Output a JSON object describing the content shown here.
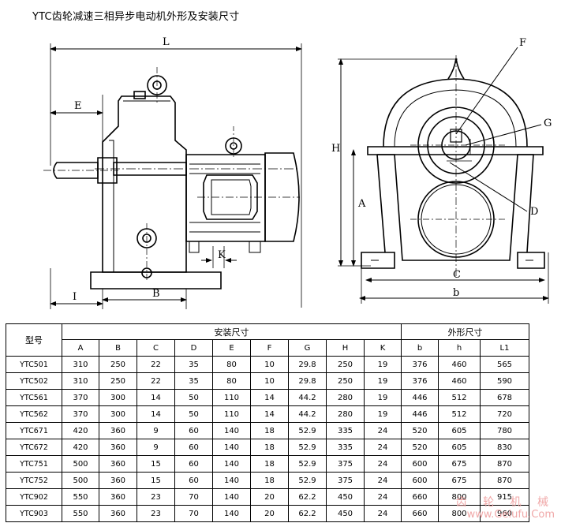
{
  "title": "YTC齿轮减速三相异步电动机外形及安装尺寸",
  "drawing": {
    "labels": {
      "L": "L",
      "E": "E",
      "I": "I",
      "B": "B",
      "K": "K",
      "H": "H",
      "A": "A",
      "C": "C",
      "b": "b",
      "F": "F",
      "G": "G",
      "D": "D"
    }
  },
  "table": {
    "model_header": "型号",
    "install_group": "安装尺寸",
    "outline_group": "外形尺寸",
    "install_columns": [
      "A",
      "B",
      "C",
      "D",
      "E",
      "F",
      "G",
      "H",
      "K"
    ],
    "outline_columns": [
      "b",
      "h",
      "L1"
    ],
    "rows": [
      [
        "YTC501",
        "310",
        "250",
        "22",
        "35",
        "80",
        "10",
        "29.8",
        "250",
        "19",
        "376",
        "460",
        "565"
      ],
      [
        "YTC502",
        "310",
        "250",
        "22",
        "35",
        "80",
        "10",
        "29.8",
        "250",
        "19",
        "376",
        "460",
        "590"
      ],
      [
        "YTC561",
        "370",
        "300",
        "14",
        "50",
        "110",
        "14",
        "44.2",
        "280",
        "19",
        "446",
        "512",
        "678"
      ],
      [
        "YTC562",
        "370",
        "300",
        "14",
        "50",
        "110",
        "14",
        "44.2",
        "280",
        "19",
        "446",
        "512",
        "720"
      ],
      [
        "YTC671",
        "420",
        "360",
        "9",
        "60",
        "140",
        "18",
        "52.9",
        "335",
        "24",
        "520",
        "605",
        "780"
      ],
      [
        "YTC672",
        "420",
        "360",
        "9",
        "60",
        "140",
        "18",
        "52.9",
        "335",
        "24",
        "520",
        "605",
        "830"
      ],
      [
        "YTC751",
        "500",
        "360",
        "15",
        "60",
        "140",
        "18",
        "52.9",
        "375",
        "24",
        "600",
        "675",
        "870"
      ],
      [
        "YTC752",
        "500",
        "360",
        "15",
        "60",
        "140",
        "18",
        "52.9",
        "375",
        "24",
        "600",
        "675",
        "870"
      ],
      [
        "YTC902",
        "550",
        "360",
        "23",
        "70",
        "140",
        "20",
        "62.2",
        "450",
        "24",
        "660",
        "800",
        "915"
      ],
      [
        "YTC903",
        "550",
        "360",
        "23",
        "70",
        "140",
        "20",
        "62.2",
        "450",
        "24",
        "660",
        "800",
        "960"
      ]
    ]
  },
  "watermark": {
    "line1": "齿 轮 机 械",
    "line2": "www.Gelufu.Com"
  }
}
